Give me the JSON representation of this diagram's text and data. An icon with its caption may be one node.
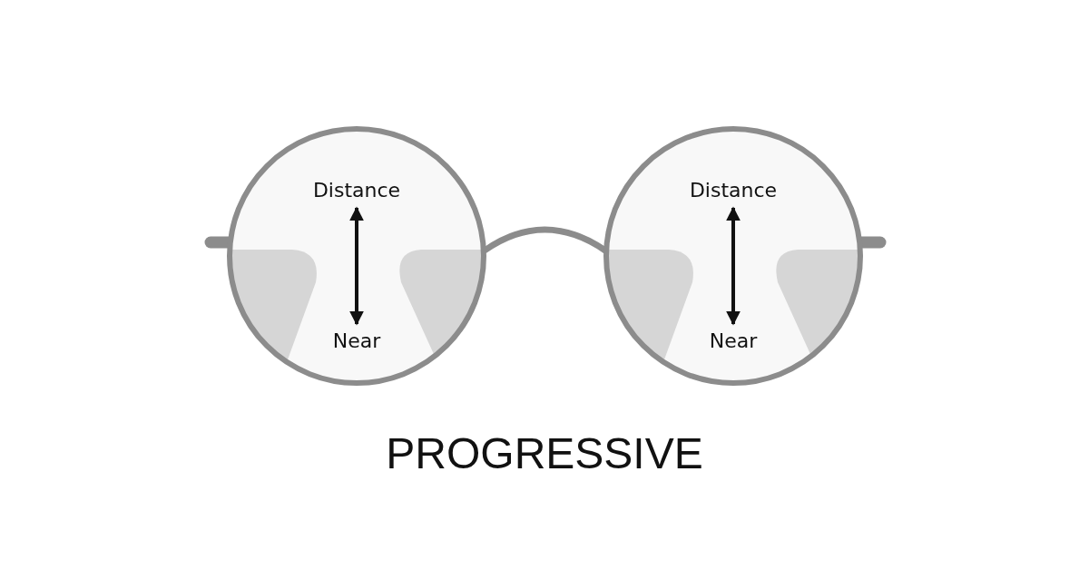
{
  "diagram": {
    "title": "PROGRESSIVE",
    "nodes": [
      {
        "text": [],
        "shape": "circle"
      },
      {
        "text": [
          "Distance"
        ],
        "in": 0
      },
      {
        "text": [
          "Near"
        ],
        "in": 0
      },
      {
        "text": [],
        "shape": "circle"
      },
      {
        "text": [
          "Distance"
        ],
        "in": 3
      },
      {
        "text": [
          "Near"
        ],
        "in": 3
      }
    ],
    "edges": [
      {
        "from": 1,
        "to": 2,
        "arrow": "both"
      },
      {
        "from": 4,
        "to": 5,
        "arrow": "both"
      }
    ]
  }
}
